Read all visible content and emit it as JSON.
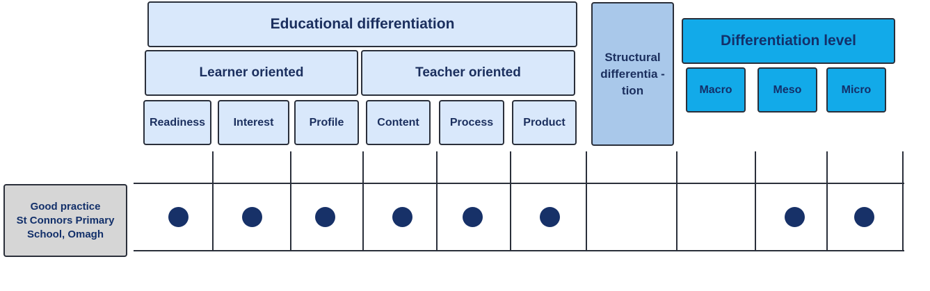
{
  "header": {
    "educational_differentiation": "Educational differentiation",
    "learner_oriented": "Learner oriented",
    "teacher_oriented": "Teacher oriented",
    "structural_differentiation": "Structural differentia -tion",
    "differentiation_level": "Differentiation level"
  },
  "columns": {
    "readiness": "Readiness",
    "interest": "Interest",
    "profile": "Profile",
    "content": "Content",
    "process": "Process",
    "product": "Product",
    "macro": "Macro",
    "meso": "Meso",
    "micro": "Micro"
  },
  "row": {
    "title": "Good practice",
    "subtitle_line1": "St Connors Primary",
    "subtitle_line2": "School, Omagh",
    "marks": [
      true,
      true,
      true,
      true,
      true,
      true,
      false,
      false,
      true,
      true
    ]
  },
  "colors": {
    "light_blue": "#d9e8fb",
    "mid_blue": "#a9c8ea",
    "bright_blue": "#12aae9",
    "grey": "#d6d6d6",
    "dot": "#173168"
  }
}
